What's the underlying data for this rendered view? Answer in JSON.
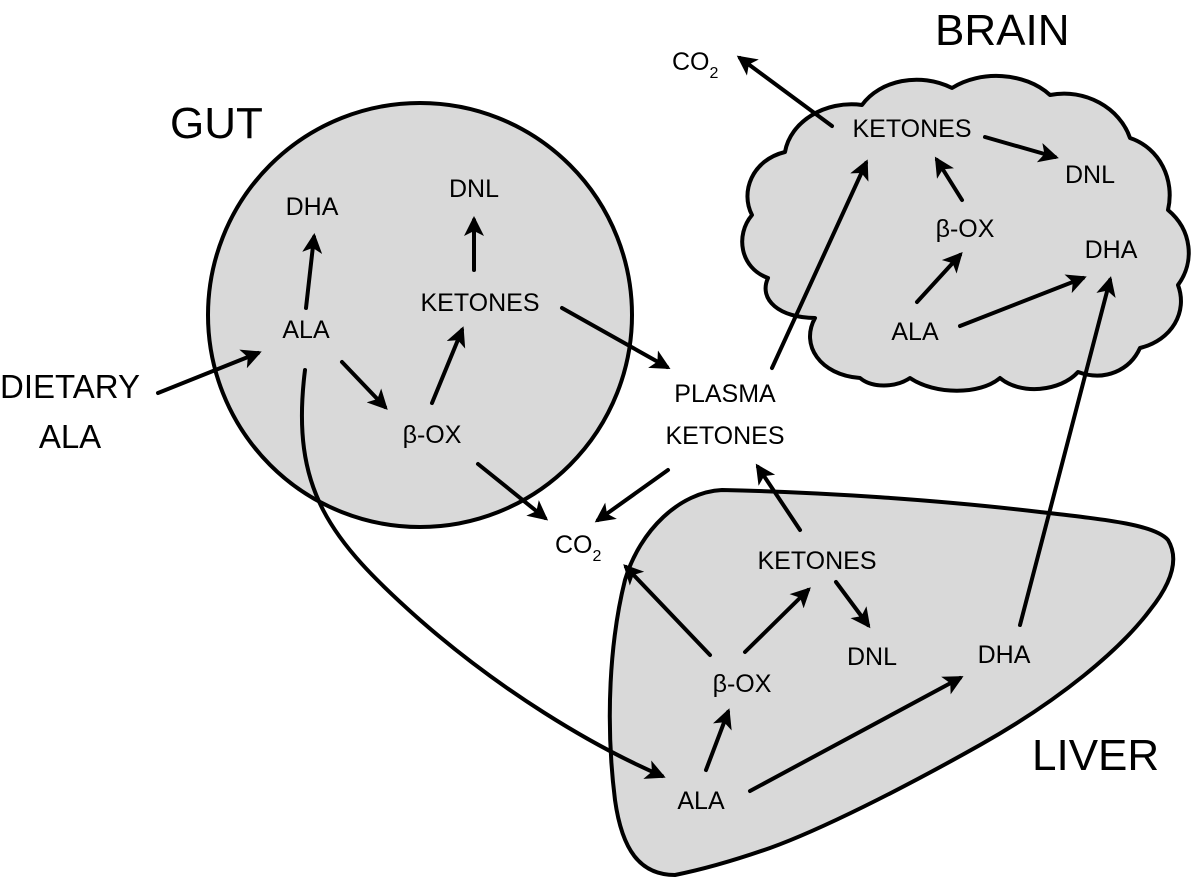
{
  "organs": {
    "gut": "GUT",
    "brain": "BRAIN",
    "liver": "LIVER"
  },
  "external": {
    "dietary_line1": "DIETARY",
    "dietary_line2": "ALA",
    "plasma_line1": "PLASMA",
    "plasma_line2": "KETONES"
  },
  "co2": {
    "base": "CO",
    "subscript": "2"
  },
  "gut_nodes": {
    "dha": "DHA",
    "dnl": "DNL",
    "ketones": "KETONES",
    "ala": "ALA",
    "box": "β-OX"
  },
  "brain_nodes": {
    "ketones": "KETONES",
    "dnl": "DNL",
    "box": "β-OX",
    "dha": "DHA",
    "ala": "ALA"
  },
  "liver_nodes": {
    "ketones": "KETONES",
    "dnl": "DNL",
    "dha": "DHA",
    "box": "β-OX",
    "ala": "ALA"
  }
}
